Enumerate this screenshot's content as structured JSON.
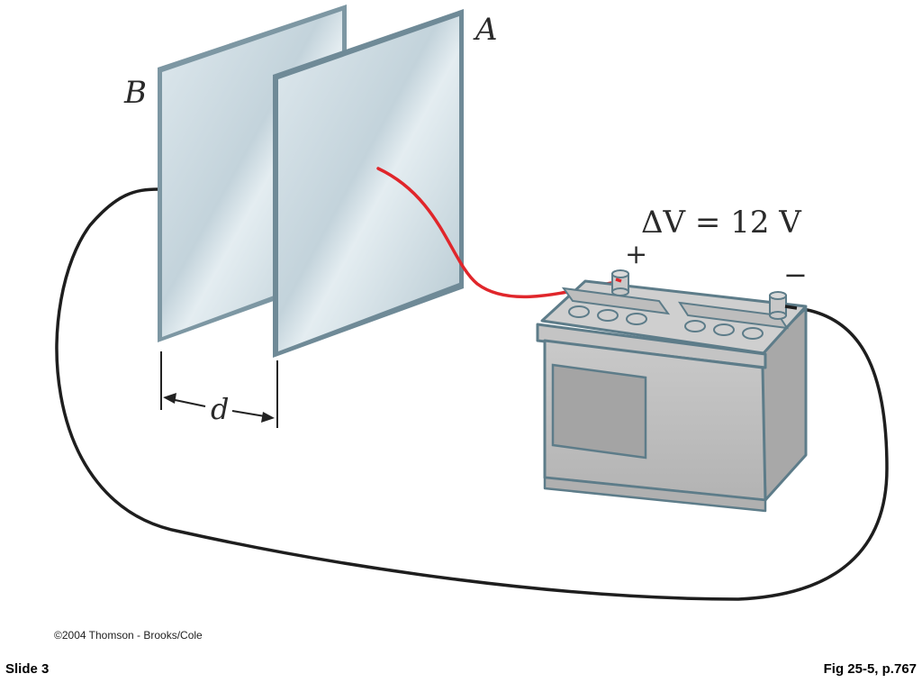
{
  "diagram": {
    "plate_b_label": "B",
    "plate_a_label": "A",
    "separation_label": "d",
    "voltage_label": "ΔV = 12 V",
    "positive_terminal": "+",
    "negative_terminal": "−",
    "colors": {
      "plate_face": "#c6d7df",
      "plate_edge": "#7d97a3",
      "battery_body": "#bfbfbf",
      "battery_outline": "#5d7c89",
      "positive_wire": "#e0262b",
      "negative_wire": "#1e1e1e"
    }
  },
  "footer": {
    "copyright": "©2004 Thomson - Brooks/Cole",
    "slide": "Slide 3",
    "figure": "Fig 25-5, p.767"
  }
}
